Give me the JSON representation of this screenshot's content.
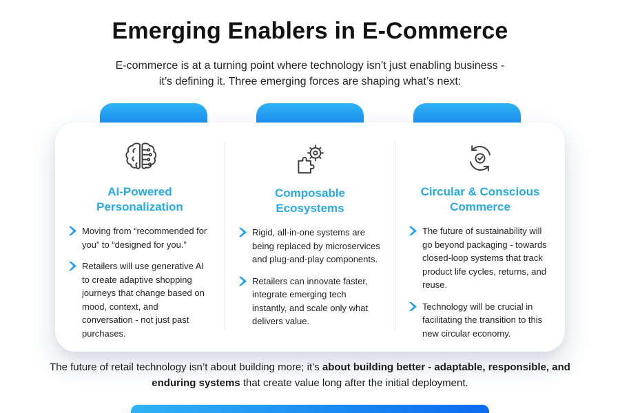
{
  "colors": {
    "accent": "#29abe2",
    "tab-top": "#2fb3f5",
    "tab-bottom": "#0a6bef",
    "text-dark": "#1b1b1b"
  },
  "header": {
    "title": "Emerging Enablers in E-Commerce",
    "subtitle_line1": "E-commerce is at a turning point where technology isn’t just enabling business -",
    "subtitle_line2": "it’s defining it. Three emerging forces are shaping what’s next:"
  },
  "columns": [
    {
      "icon": "brain-circuit-icon",
      "title": "AI-Powered Personalization",
      "bullets": [
        "Moving from “recommended for you” to “designed for you.”",
        "Retailers will use generative AI to create adaptive shopping journeys that change based on mood, context, and conversation - not just past purchases."
      ]
    },
    {
      "icon": "gear-puzzle-icon",
      "title": "Composable Ecosystems",
      "bullets": [
        "Rigid, all-in-one systems are being replaced by microservices and plug-and-play components.",
        "Retailers can innovate faster, integrate emerging tech instantly, and scale only what delivers value."
      ]
    },
    {
      "icon": "circular-arrows-check-icon",
      "title": "Circular & Conscious Commerce",
      "bullets": [
        "The future of sustainability will go beyond packaging - towards closed-loop systems that track product life cycles, returns, and reuse.",
        "Technology will be crucial in facilitating the transition to this new circular economy."
      ]
    }
  ],
  "footer": {
    "text_before": "The future of retail technology isn’t about building more; it’s ",
    "text_bold": "about building better - adaptable, responsible, and enduring systems",
    "text_after": " that create value long after the initial deployment."
  }
}
